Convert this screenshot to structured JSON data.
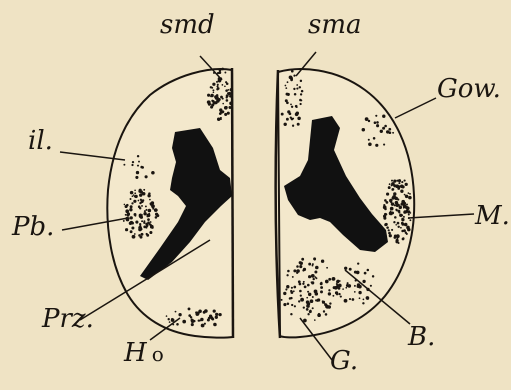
{
  "figure": {
    "labels": {
      "smd": "smd",
      "sma": "sma",
      "gow": "Gow.",
      "il": "il.",
      "pb": "Pb.",
      "m": "M.",
      "prz": "Prz.",
      "b": "B.",
      "ho": "H",
      "ho_sub": "o",
      "g": "G."
    },
    "colors": {
      "paper": "#efe3c4",
      "ink": "#1a1510",
      "grey_matter": "#111111"
    }
  }
}
